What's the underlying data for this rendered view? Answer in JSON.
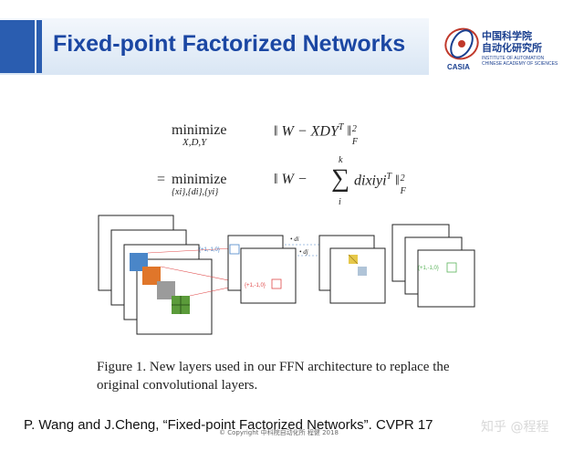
{
  "slide": {
    "title": "Fixed-point Factorized Networks",
    "logo": {
      "name_cn_line1": "中国科学院",
      "name_cn_line2": "自动化研究所",
      "name_en_line1": "INSTITUTE OF AUTOMATION",
      "name_en_line2": "CHINESE ACADEMY OF SCIENCES",
      "emblem_text": "CASIA",
      "small_text": "……"
    },
    "formula": {
      "line1_op": "minimize",
      "line1_sub": "X,D,Y",
      "line1_expr": "‖ W − XDY",
      "line1_sup": "T",
      "line1_norm": "‖",
      "line1_norm_sup": "2",
      "line1_norm_sub": "F",
      "line2_prefix": "=",
      "line2_op": "minimize",
      "line2_sub": "{xi},{di},{yi}",
      "line2_expr": "‖ W −",
      "sum_symbol": "∑",
      "sum_upper": "k",
      "sum_lower": "i",
      "line2_term": "dixiyi",
      "line2_sup": "T",
      "line2_norm": "‖",
      "line2_norm_sup": "2",
      "line2_norm_sub": "F"
    },
    "figure": {
      "labels": {
        "vec1": "{+1,-1,0}",
        "vec2": "{+1,-1,0}",
        "vec3": "{+1,-1,0}",
        "d_i": "• di",
        "d_j": "• dj"
      }
    },
    "caption": "Figure 1. New layers used in our FFN architecture to replace the original convolutional layers.",
    "footer_ref": "P. Wang and J.Cheng, “Fixed-point Factorized Networks”. CVPR 17",
    "footer_copy": "© Copyright 中科院自动化所 程健 2018",
    "watermark": "知乎 @程程"
  },
  "colors": {
    "title": "#1b47a3",
    "accent": "#2a5db0",
    "blue_square": "#4a86c8",
    "orange_square": "#e0762a",
    "gray_square": "#9b9b9b",
    "green_square": "#5b9b3a",
    "yellow_square": "#e6c84a",
    "red_line": "#e04a4a",
    "green_line": "#5bb45b"
  }
}
